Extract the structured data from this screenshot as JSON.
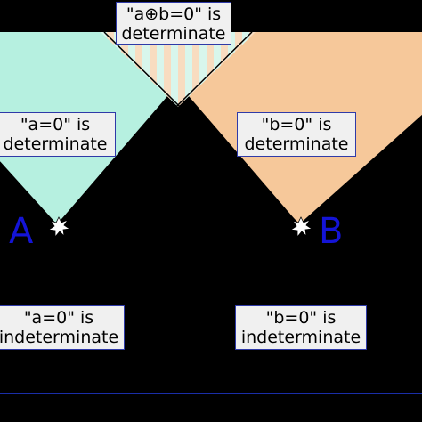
{
  "labels": {
    "top": {
      "line1": "\"a⊕b=0\" is",
      "line2": "determinate"
    },
    "a_det": {
      "line1": "\"a=0\" is",
      "line2": "determinate"
    },
    "b_det": {
      "line1": "\"b=0\" is",
      "line2": "determinate"
    },
    "a_indet": {
      "line1": "\"a=0\" is",
      "line2": "indeterminate"
    },
    "b_indet": {
      "line1": "\"b=0\" is",
      "line2": "indeterminate"
    }
  },
  "events": {
    "a": "A",
    "b": "B"
  },
  "colors": {
    "background": "#000000",
    "cone_a": "#b6f0e0",
    "cone_b": "#f6c89a",
    "overlap_stripe_a": "#d8f6ec",
    "overlap_stripe_b": "#f8dcc0",
    "box_fill": "#f0f0f0",
    "box_border": "#2f3aa8",
    "event_text": "#1414d6",
    "baseline": "#1a2ea8"
  }
}
